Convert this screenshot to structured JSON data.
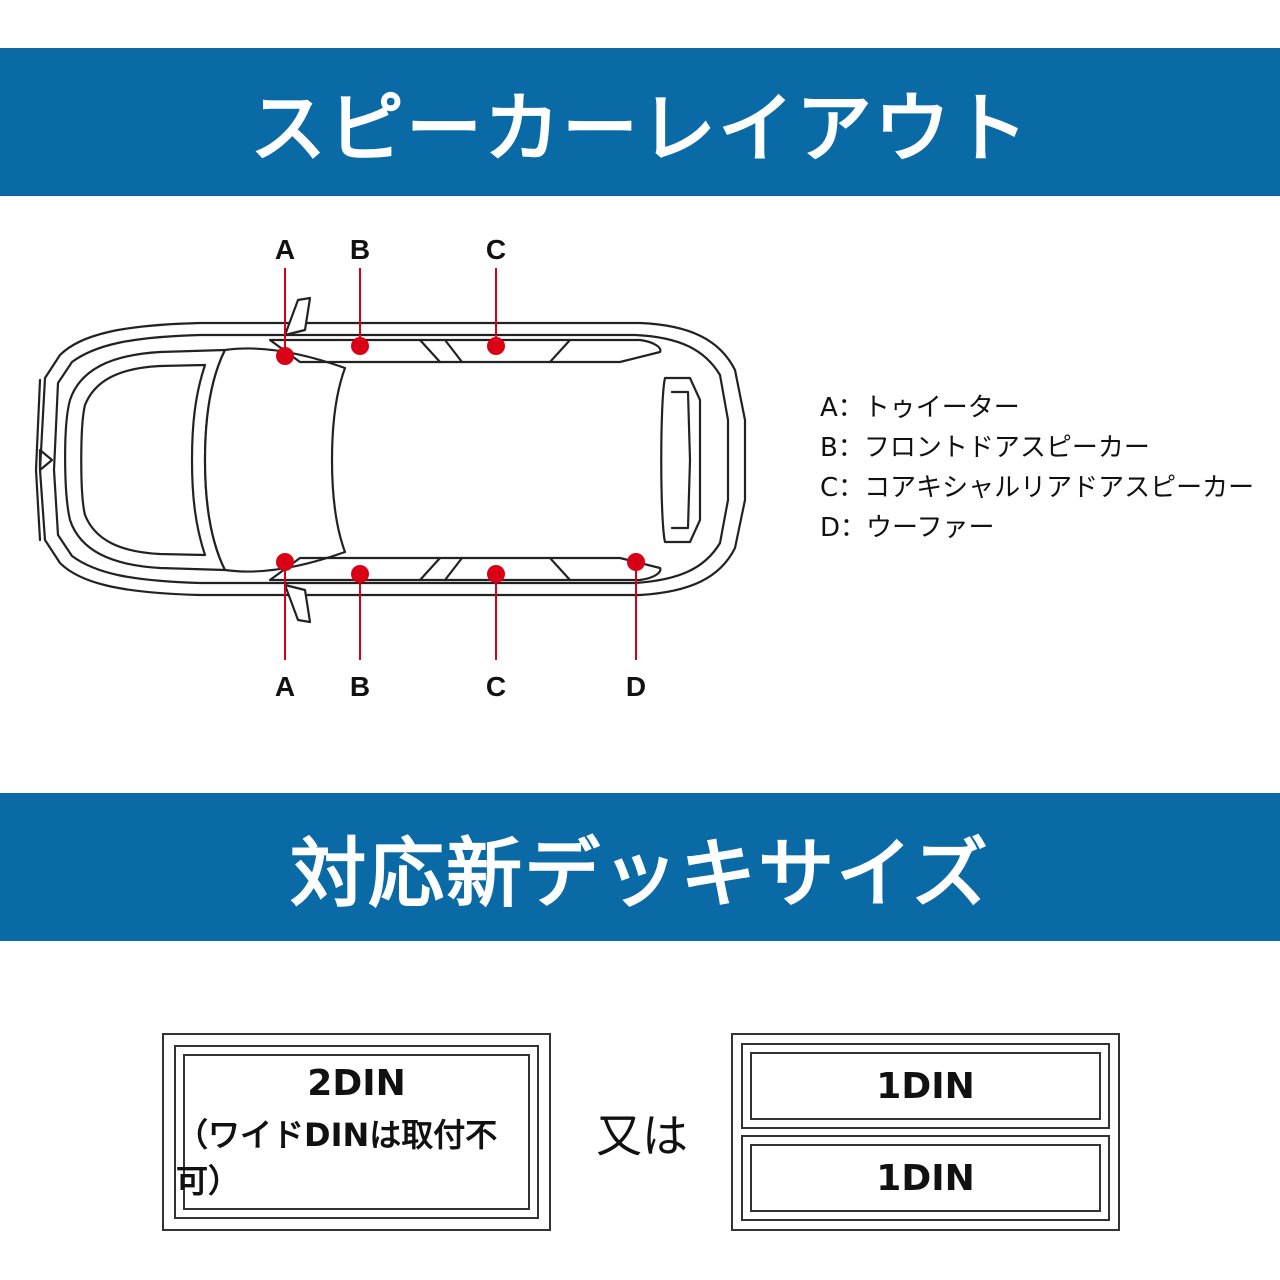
{
  "sections": {
    "speaker_title": "スピーカーレイアウト",
    "deck_title": "対応新デッキサイズ"
  },
  "diagram": {
    "top_markers": [
      "A",
      "B",
      "C"
    ],
    "bottom_markers": [
      "A",
      "B",
      "C",
      "D"
    ],
    "marker_color": "#d90016"
  },
  "legend": [
    "A：トゥイーター",
    "B：フロントドアスピーカー",
    "C：コアキシャルリアドアスピーカー",
    "D：ウーファー"
  ],
  "deck": {
    "din2_line1": "2DIN",
    "din2_line2": "（ワイドDINは取付不可）",
    "or_text": "又は",
    "din1_upper": "1DIN",
    "din1_lower": "1DIN"
  },
  "colors": {
    "banner": "#0a6aa6",
    "banner_text": "#ffffff"
  }
}
